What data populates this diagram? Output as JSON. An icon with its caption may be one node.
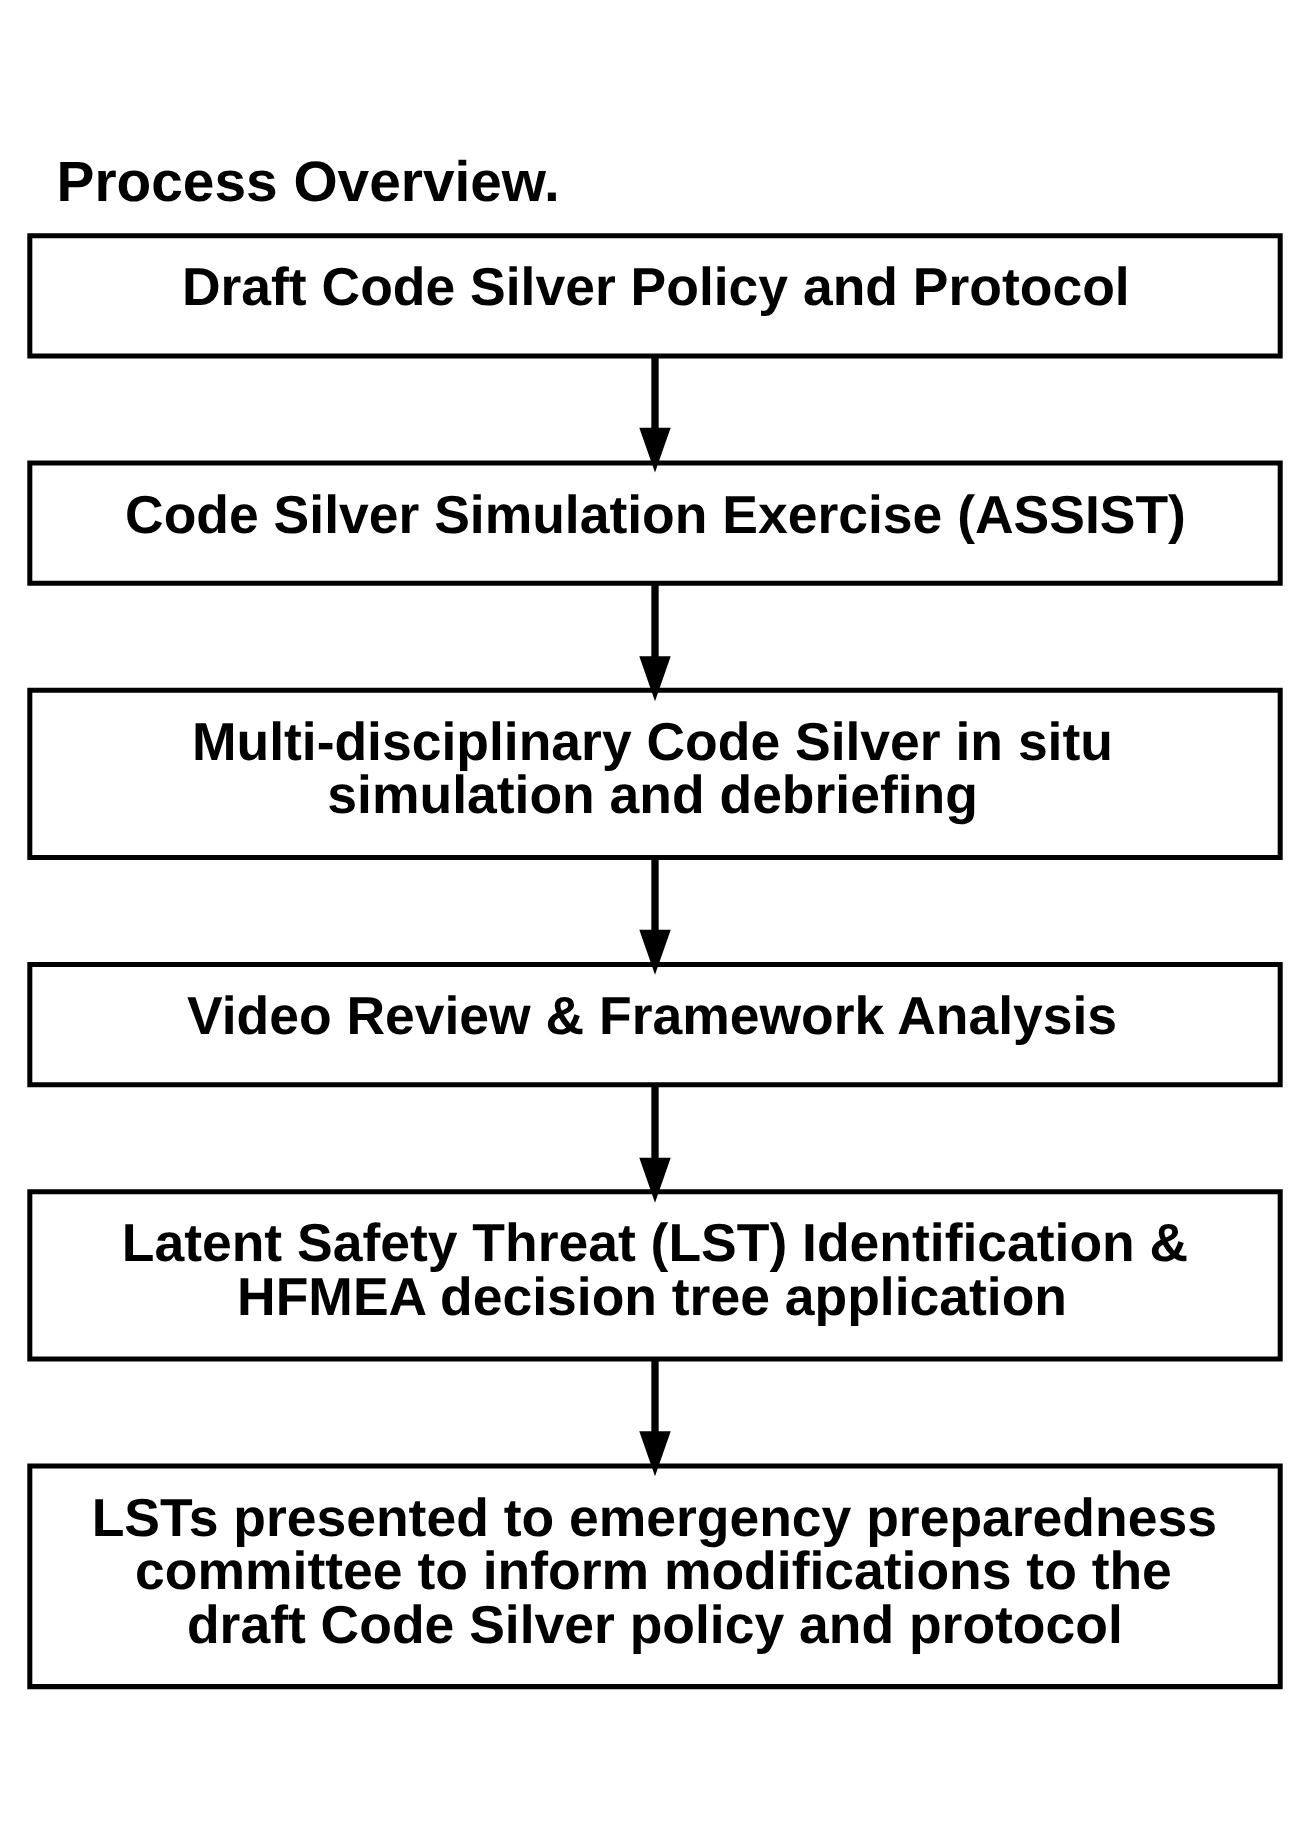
{
  "diagram": {
    "title": "Process Overview.",
    "nodes": [
      {
        "text": [
          "Draft Code Silver Policy and Protocol"
        ]
      },
      {
        "text": [
          "Code Silver Simulation Exercise (ASSIST)"
        ]
      },
      {
        "text": [
          "Multi-disciplinary Code Silver in situ simulation and debriefing"
        ]
      },
      {
        "text": [
          "Video Review & Framework Analysis"
        ]
      },
      {
        "text": [
          "Latent Safety Threat (LST) Identification & HFMEA decision tree application"
        ]
      },
      {
        "text": [
          "LSTs presented to emergency preparedness committee to inform modifications to the draft Code Silver policy and protocol"
        ]
      }
    ],
    "edges": [
      {
        "from": 0,
        "to": 1,
        "arrow": "to"
      },
      {
        "from": 1,
        "to": 2,
        "arrow": "to"
      },
      {
        "from": 2,
        "to": 3,
        "arrow": "to"
      },
      {
        "from": 3,
        "to": 4,
        "arrow": "to"
      },
      {
        "from": 4,
        "to": 5,
        "arrow": "to"
      }
    ]
  }
}
